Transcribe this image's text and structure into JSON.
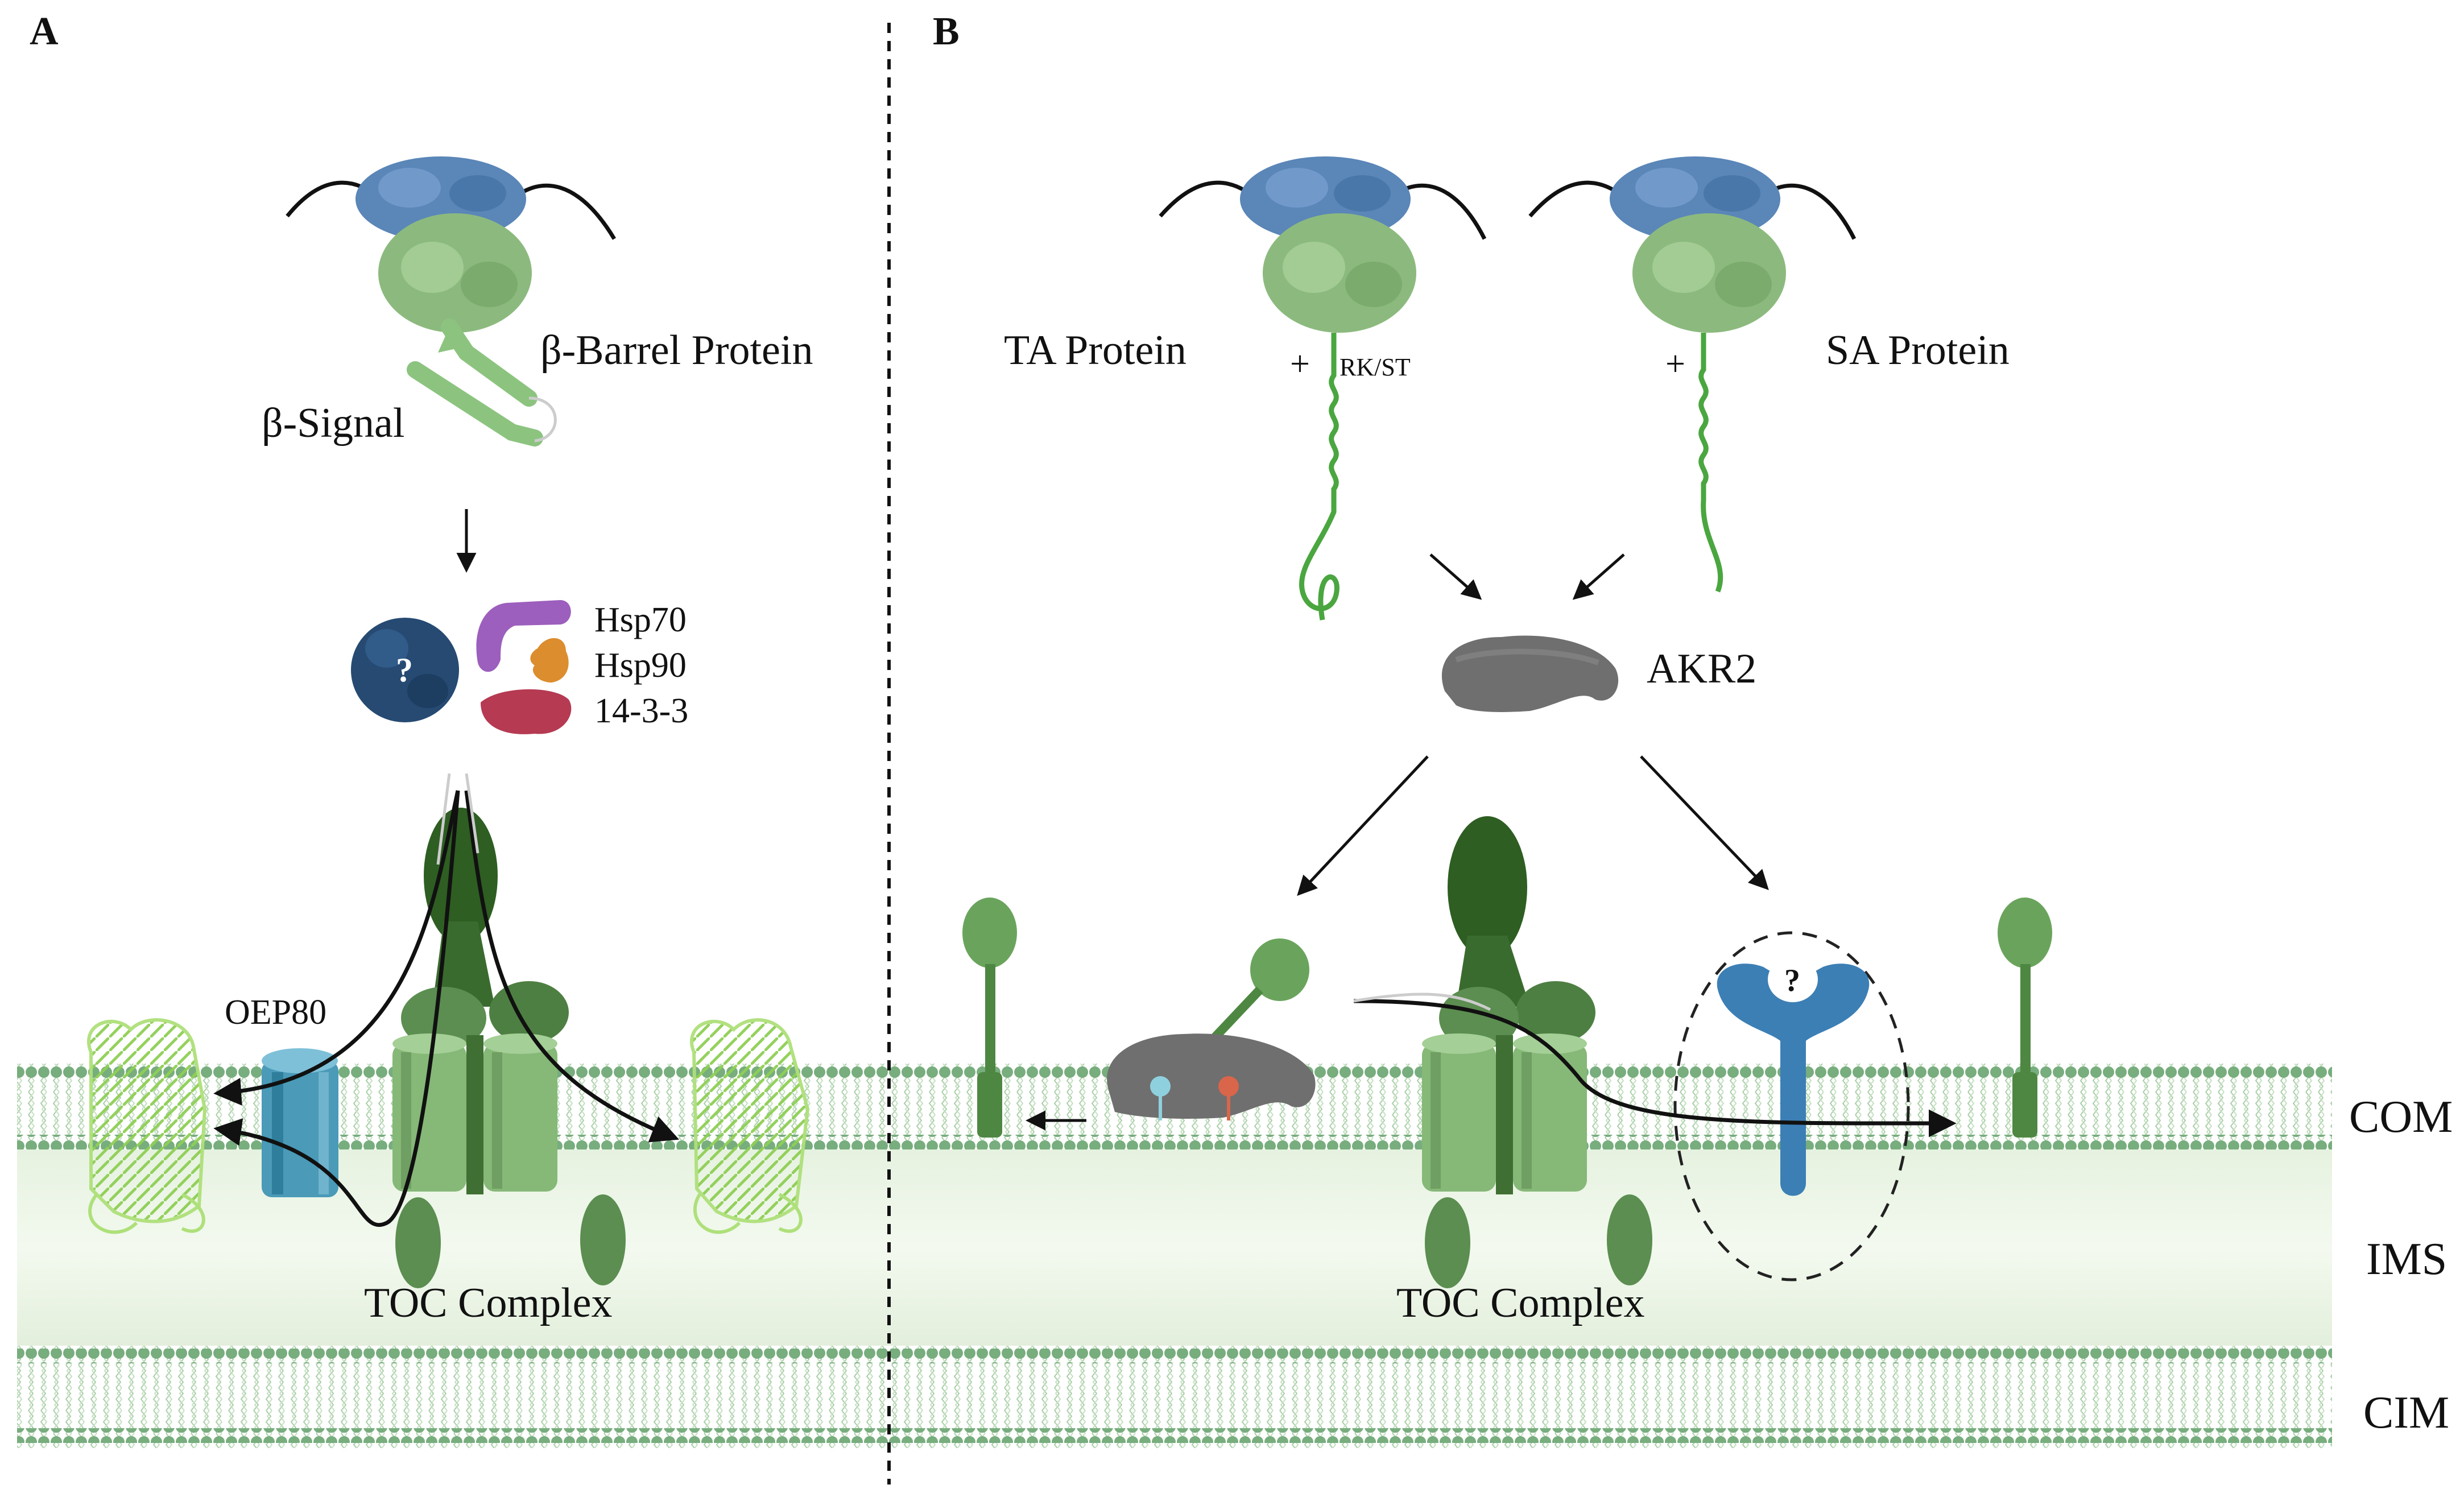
{
  "panels": {
    "a": "A",
    "b": "B"
  },
  "panel_a": {
    "protein_label": "β-Barrel Protein",
    "signal_label": "β-Signal",
    "unknown_mark": "?",
    "chaperones": [
      "Hsp70",
      "Hsp90",
      "14-3-3"
    ],
    "channel_label": "OEP80",
    "complex_label": "TOC Complex"
  },
  "panel_b": {
    "ta_label": "TA Protein",
    "sa_label": "SA Protein",
    "ta_plus": "+",
    "ta_motif": "RK/ST",
    "sa_plus": "+",
    "receptor_label": "AKR2",
    "unknown_mark": "?",
    "complex_label": "TOC Complex"
  },
  "compartments": [
    "COM",
    "IMS",
    "CIM"
  ],
  "colors": {
    "membrane_bead": "#78ad7e",
    "ims_fill": "#e9f3e4",
    "toc_dark": "#2e5e22",
    "toc_mid": "#5b8e50",
    "toc_light": "#86b878",
    "ribosome_large": "#5a86b8",
    "ribosome_small": "#8cba7e",
    "beta_barrel": "#aee07a",
    "oep80": "#4a9ab8",
    "hsp70": "#9c5fbd",
    "hsp90": "#dc8d2e",
    "protein_1433": "#b53a52",
    "unknown_chaperone": "#264a72",
    "akr2": "#6f6f6f",
    "unknown_insertase": "#3c7fb5"
  }
}
